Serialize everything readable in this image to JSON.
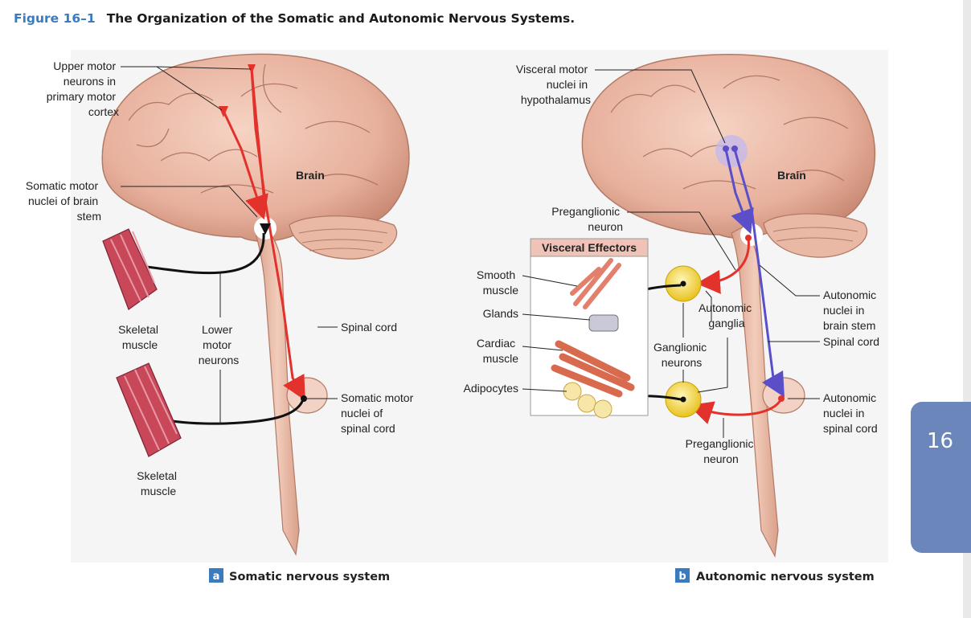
{
  "figure": {
    "number": "Figure 16–1",
    "title": "The Organization of the Somatic and Autonomic Nervous Systems."
  },
  "panel_a": {
    "badge": "a",
    "caption": "Somatic nervous system",
    "labels": {
      "upper_motor": [
        "Upper motor",
        "neurons in",
        "primary motor",
        "cortex"
      ],
      "somatic_brainstem": [
        "Somatic motor",
        "nuclei of brain",
        "stem"
      ],
      "brain": "Brain",
      "skeletal_muscle_1": [
        "Skeletal",
        "muscle"
      ],
      "lower_motor": [
        "Lower",
        "motor",
        "neurons"
      ],
      "spinal_cord": "Spinal cord",
      "somatic_spinal": [
        "Somatic motor",
        "nuclei of",
        "spinal cord"
      ],
      "skeletal_muscle_2": [
        "Skeletal",
        "muscle"
      ]
    }
  },
  "panel_b": {
    "badge": "b",
    "caption": "Autonomic nervous system",
    "labels": {
      "visceral_motor": [
        "Visceral motor",
        "nuclei in",
        "hypothalamus"
      ],
      "brain": "Brain",
      "preganglionic_top": [
        "Preganglionic",
        "neuron"
      ],
      "visceral_effectors": "Visceral Effectors",
      "smooth_muscle": [
        "Smooth",
        "muscle"
      ],
      "glands": "Glands",
      "cardiac_muscle": [
        "Cardiac",
        "muscle"
      ],
      "adipocytes": "Adipocytes",
      "autonomic_ganglia": [
        "Autonomic",
        "ganglia"
      ],
      "ganglionic_neurons": [
        "Ganglionic",
        "neurons"
      ],
      "autonomic_brainstem": [
        "Autonomic",
        "nuclei in",
        "brain stem"
      ],
      "spinal_cord": "Spinal cord",
      "autonomic_spinal": [
        "Autonomic",
        "nuclei in",
        "spinal cord"
      ],
      "preganglionic_bottom": [
        "Preganglionic",
        "neuron"
      ]
    }
  },
  "side_tab": "16",
  "colors": {
    "accent": "#3a7bbf",
    "tab": "#6b86ba",
    "brain": "#e9b9a6",
    "motor_red": "#e3312b",
    "visceral_purple": "#5a4fc8",
    "ganglion": "#f5d94a"
  }
}
